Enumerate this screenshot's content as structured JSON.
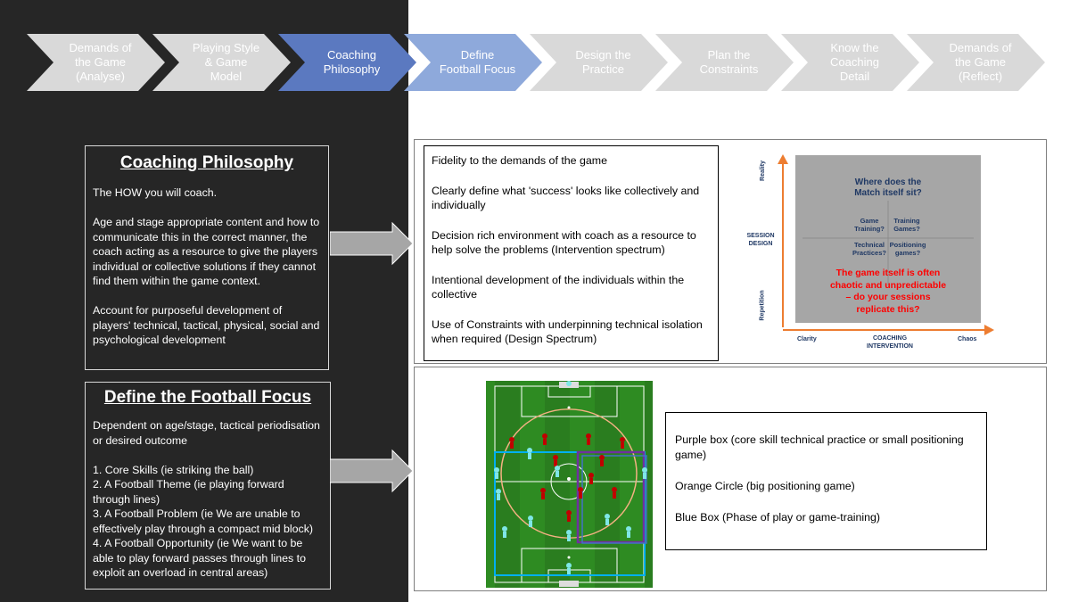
{
  "process_steps": [
    {
      "label": "Demands of\nthe Game\n(Analyse)",
      "state": "inactive"
    },
    {
      "label": "Playing Style\n& Game\nModel",
      "state": "inactive"
    },
    {
      "label": "Coaching\nPhilosophy",
      "state": "active-dark"
    },
    {
      "label": "Define\nFootball Focus",
      "state": "active-light"
    },
    {
      "label": "Design the\nPractice",
      "state": "inactive"
    },
    {
      "label": "Plan the\nConstraints",
      "state": "inactive"
    },
    {
      "label": "Know the\nCoaching\nDetail",
      "state": "inactive"
    },
    {
      "label": "Demands of\nthe Game\n(Reflect)",
      "state": "inactive"
    }
  ],
  "colors": {
    "dark_bg": "#262626",
    "chevron_inactive": "#d9d9d9",
    "chevron_active_dark": "#5b79c0",
    "chevron_active_light": "#8ea9db",
    "arrow_grey": "#a6a6a6",
    "pitch_green": "#2e8b22",
    "orange": "#ed7d31",
    "text_red": "#ff0000",
    "text_navy": "#1f3864"
  },
  "coaching_philosophy": {
    "title": "Coaching Philosophy",
    "text": "The HOW you will coach.\n\nAge and stage appropriate content and how to communicate this in the correct manner, the coach acting as a resource to give the players individual or collective solutions if they cannot find them within the game context.\n\nAccount for purposeful development of players' technical, tactical, physical, social and psychological development"
  },
  "football_focus": {
    "title": "Define the Football Focus",
    "text": "Dependent on age/stage, tactical periodisation or desired outcome\n\n1. Core Skills (ie striking the ball)\n2. A Football Theme (ie playing forward through lines)\n3. A Football Problem (ie We are unable to effectively play through a compact mid block)\n4. A Football Opportunity (ie We want to be able to play forward passes through lines to exploit an overload in central areas)"
  },
  "philosophy_points": [
    "Fidelity to the demands of the game",
    "Clearly define what 'success' looks like collectively and individually",
    "Decision rich environment with coach as a resource to help solve the problems (Intervention spectrum)",
    "Intentional development of the individuals within the collective",
    "Use of Constraints with underpinning technical isolation when required (Design Spectrum)"
  ],
  "matrix": {
    "question": "Where does the\nMatch itself sit?",
    "q1": "Game\nTraining?",
    "q2": "Training\nGames?",
    "q3": "Technical\nPractices?",
    "q4": "Positioning\ngames?",
    "statement": "The game itself is often\nchaotic and unpredictable\n– do your sessions\nreplicate this?",
    "y_axis_top": "Reality",
    "y_axis_mid": "SESSION\nDESIGN",
    "y_axis_bottom": "Repetition",
    "x_axis_left": "Clarity",
    "x_axis_mid": "COACHING\nINTERVENTION",
    "x_axis_right": "Chaos"
  },
  "pitch_legend": [
    "Purple box (core skill technical practice or small positioning game)",
    "Orange Circle (big positioning game)",
    "Blue Box (Phase of play or game-training)"
  ]
}
